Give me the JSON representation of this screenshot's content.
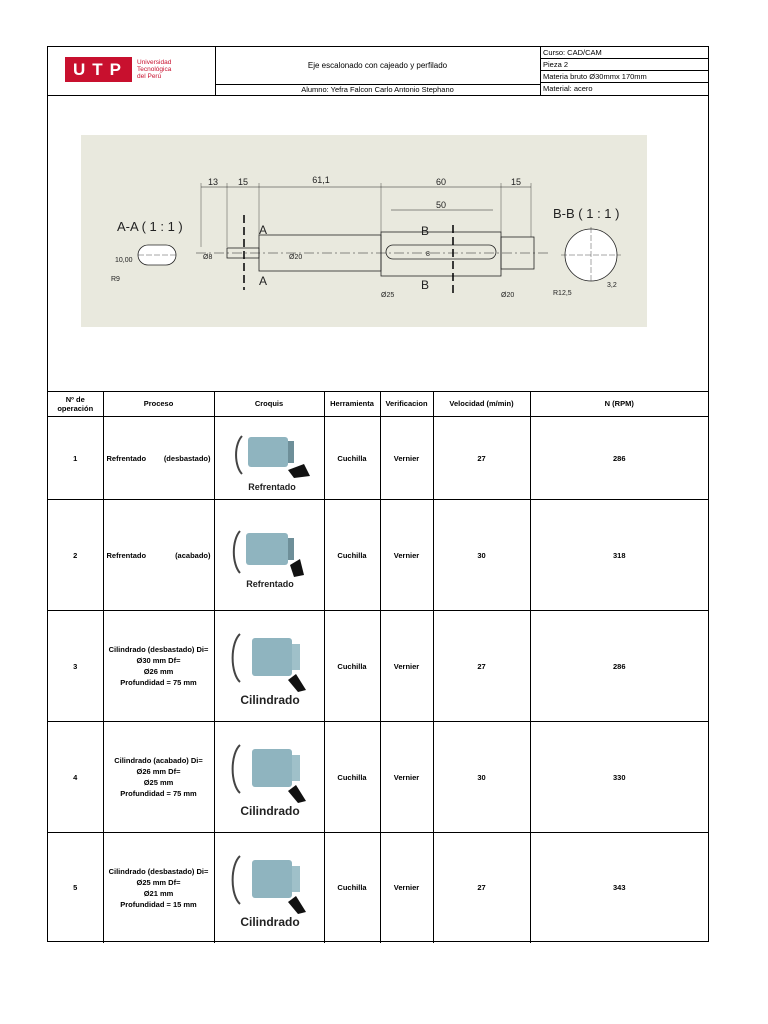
{
  "header": {
    "logo_text": "UTP",
    "logo_sub": [
      "Universidad",
      "Tecnológica",
      "del Perú"
    ],
    "title": "Eje escalonado con cajeado y perfilado",
    "student": "Alumno: Yefra Falcon Carlo Antonio Stephano",
    "course": "Curso: CAD/CAM",
    "piece": "Pieza 2",
    "raw_material": "Materia bruto Ø30mmx 170mm",
    "material": "Material: acero"
  },
  "drawing": {
    "section_a_label": "A-A ( 1 : 1 )",
    "section_b_label": "B-B ( 1 : 1 )",
    "dims_top": [
      "13",
      "15",
      "61,1",
      "60",
      "15",
      "50"
    ],
    "dims_misc": [
      "10,00",
      "R9",
      "Ø8",
      "Ø20",
      "8",
      "Ø25",
      "Ø20",
      "R12,5",
      "3,2"
    ],
    "cut_a": "A",
    "cut_b": "B"
  },
  "table": {
    "headers": [
      "Nº de operación",
      "Proceso",
      "Croquis",
      "Herramienta",
      "Verificacion",
      "Velocidad (m/min)",
      "N (RPM)"
    ],
    "rows": [
      {
        "n": "1",
        "process": [
          "Refrentado",
          "(desbastado)"
        ],
        "sketch_label": "Refrentado",
        "tool": "Cuchilla",
        "check": "Vernier",
        "speed": "27",
        "rpm": "286"
      },
      {
        "n": "2",
        "process": [
          "Refrentado",
          "(acabado)"
        ],
        "sketch_label": "Refrentado",
        "tool": "Cuchilla",
        "check": "Vernier",
        "speed": "30",
        "rpm": "318"
      },
      {
        "n": "3",
        "process_lines": [
          "Cilindrado (desbastado) Di=",
          "Ø30 mm Df=",
          "Ø26 mm",
          "Profundidad = 75 mm"
        ],
        "sketch_label": "Cilindrado",
        "tool": "Cuchilla",
        "check": "Vernier",
        "speed": "27",
        "rpm": "286"
      },
      {
        "n": "4",
        "process_lines": [
          "Cilindrado (acabado) Di=",
          "Ø26 mm Df=",
          "Ø25 mm",
          "Profundidad = 75 mm"
        ],
        "sketch_label": "Cilindrado",
        "tool": "Cuchilla",
        "check": "Vernier",
        "speed": "30",
        "rpm": "330"
      },
      {
        "n": "5",
        "process_lines": [
          "Cilindrado (desbastado) Di=",
          "Ø25 mm Df=",
          "Ø21 mm",
          "Profundidad = 15 mm"
        ],
        "sketch_label": "Cilindrado",
        "tool": "Cuchilla",
        "check": "Vernier",
        "speed": "27",
        "rpm": "343"
      }
    ]
  }
}
